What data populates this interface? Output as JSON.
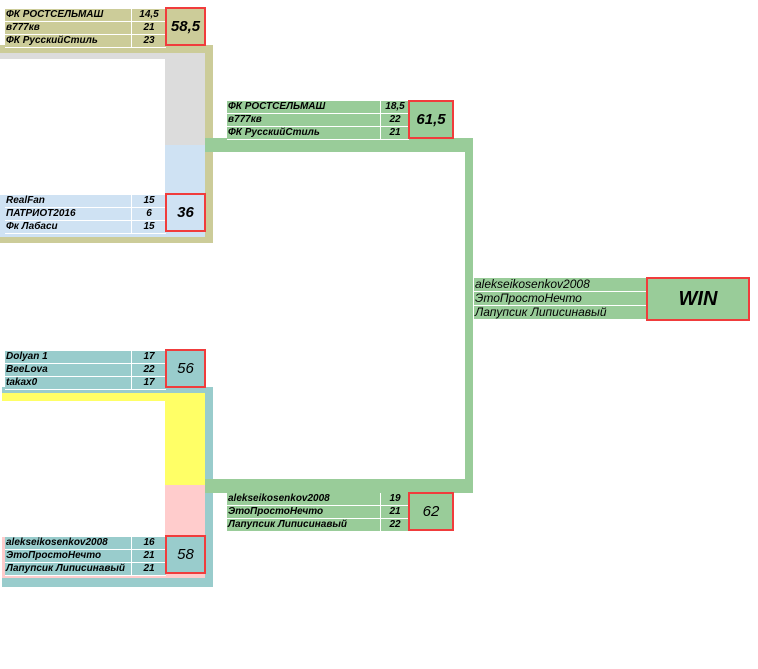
{
  "colors": {
    "khaki": "#cccc99",
    "grey": "#dcdcdc",
    "lightblue": "#cfe2f3",
    "teal": "#99cccc",
    "yellow": "#ffff66",
    "pink": "#ffcccc",
    "green": "#99cc99",
    "red": "#f03c3c"
  },
  "matches": [
    {
      "id": "m1",
      "players": [
        {
          "name": "ФК РОСТСЕЛЬМАШ",
          "score": "14,5"
        },
        {
          "name": "в777кв",
          "score": "21"
        },
        {
          "name": "ФК РусскийСтиль",
          "score": "23"
        }
      ],
      "total": "58,5"
    },
    {
      "id": "m2",
      "players": [
        {
          "name": "RealFan",
          "score": "15"
        },
        {
          "name": "ПАТРИОТ2016",
          "score": "6"
        },
        {
          "name": "Фк Лабаси",
          "score": "15"
        }
      ],
      "total": "36"
    },
    {
      "id": "m3",
      "players": [
        {
          "name": "Dolyan 1",
          "score": "17"
        },
        {
          "name": "BeeLova",
          "score": "22"
        },
        {
          "name": "takax0",
          "score": "17"
        }
      ],
      "total": "56"
    },
    {
      "id": "m4",
      "players": [
        {
          "name": "alekseikosenkov2008",
          "score": "16"
        },
        {
          "name": "ЭтоПростоНечто",
          "score": "21"
        },
        {
          "name": "Лапупсик Липисинавый",
          "score": "21"
        }
      ],
      "total": "58"
    },
    {
      "id": "semi1",
      "players": [
        {
          "name": "ФК РОСТСЕЛЬМАШ",
          "score": "18,5"
        },
        {
          "name": "в777кв",
          "score": "22"
        },
        {
          "name": "ФК РусскийСтиль",
          "score": "21"
        }
      ],
      "total": "61,5"
    },
    {
      "id": "semi2",
      "players": [
        {
          "name": "alekseikosenkov2008",
          "score": "19"
        },
        {
          "name": "ЭтоПростоНечто",
          "score": "21"
        },
        {
          "name": "Лапупсик Липисинавый",
          "score": "22"
        }
      ],
      "total": "62"
    }
  ],
  "final": {
    "players": [
      "alekseikosenkov2008",
      "ЭтоПростоНечто",
      "Лапупсик Липисинавый"
    ],
    "result": "WIN"
  }
}
